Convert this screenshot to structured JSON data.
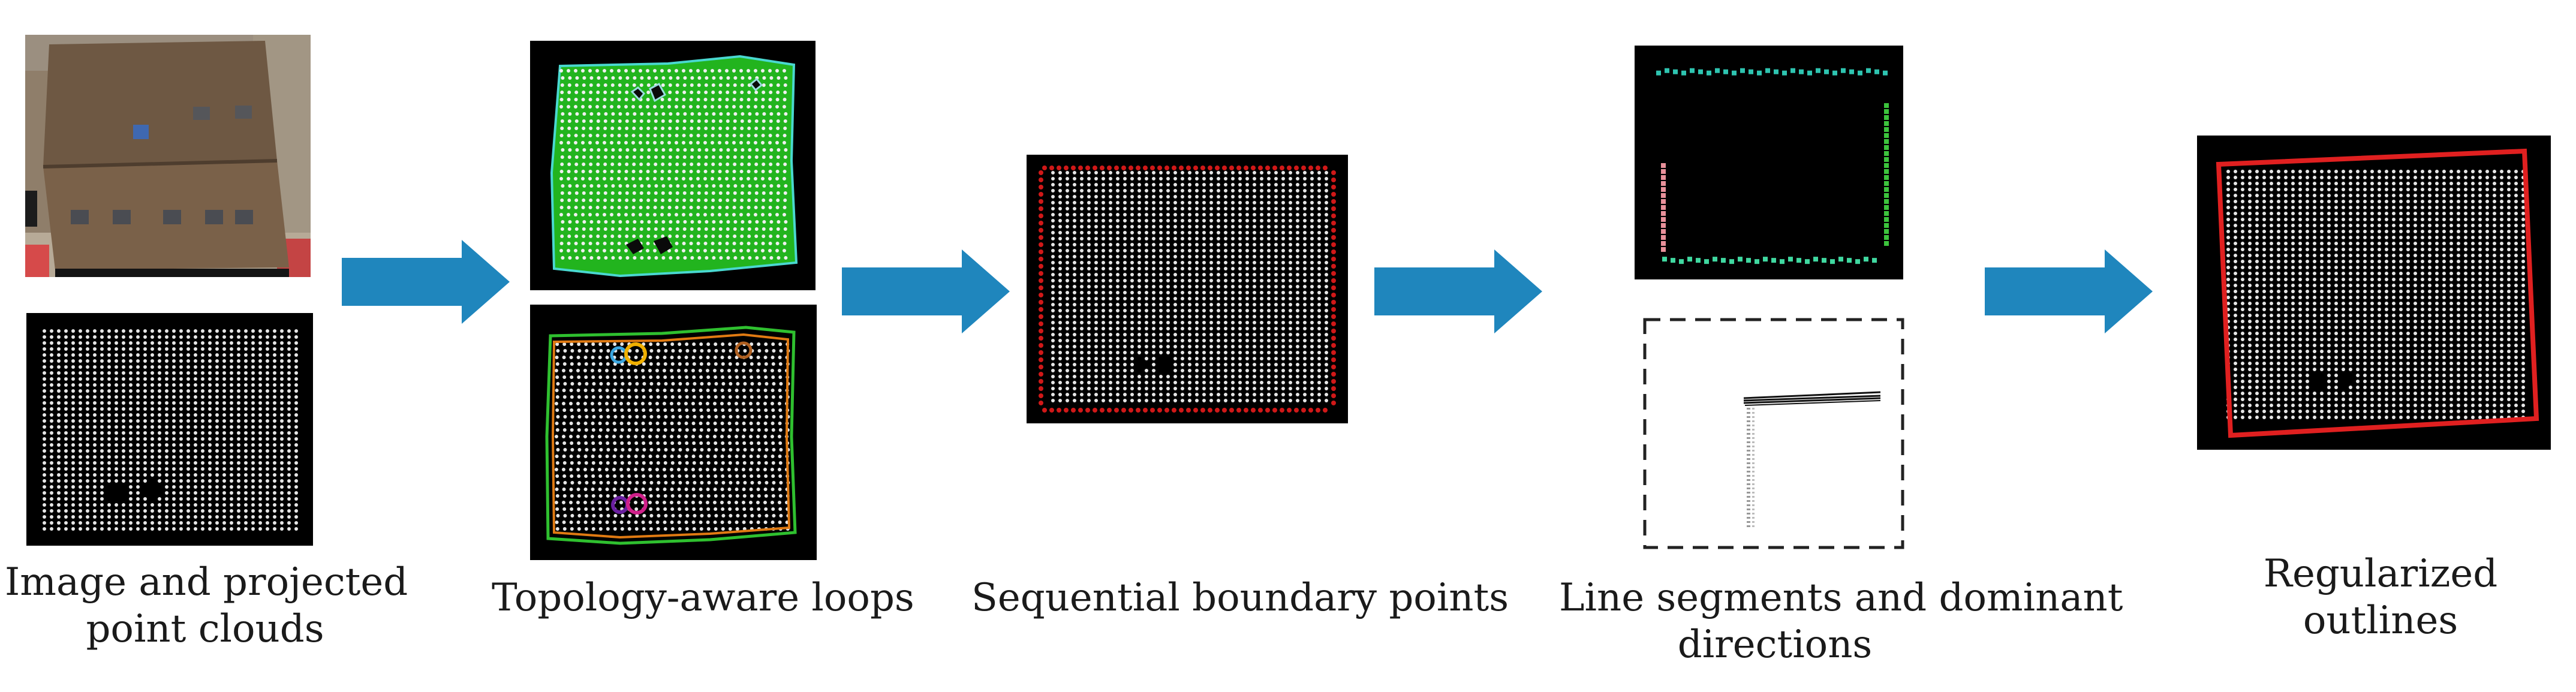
{
  "stages": [
    {
      "id": "input",
      "caption_lines": [
        "Image and projected",
        "point clouds"
      ]
    },
    {
      "id": "loops",
      "caption_lines": [
        "Topology-aware loops"
      ]
    },
    {
      "id": "boundary",
      "caption_lines": [
        "Sequential boundary points"
      ]
    },
    {
      "id": "segments",
      "caption_lines": [
        "Line segments and dominant",
        "directions"
      ]
    },
    {
      "id": "outline",
      "caption_lines": [
        "Regularized",
        "outlines"
      ]
    }
  ],
  "colors": {
    "arrow": "#1f86bd",
    "point_background": "#000000",
    "points": "#e6e6e6",
    "loop_fill": "#22b41e",
    "boundary_points": "#d01818",
    "segment_top": "#2ec4b0",
    "segment_left": "#e8909a",
    "segment_right": "#3cc43c",
    "outline": "#e02020",
    "loop_outer_green": "#2fc02f",
    "loop_outer_orange": "#e07a12",
    "loop_hole_cyan": "#3aa6e0",
    "loop_hole_yellow": "#f0b000",
    "loop_hole_purple": "#6a1fa0",
    "loop_hole_magenta": "#d0208a",
    "dashed_frame": "#222222"
  },
  "icons": [
    "right-arrow-icon",
    "right-arrow-icon",
    "right-arrow-icon",
    "right-arrow-icon"
  ]
}
